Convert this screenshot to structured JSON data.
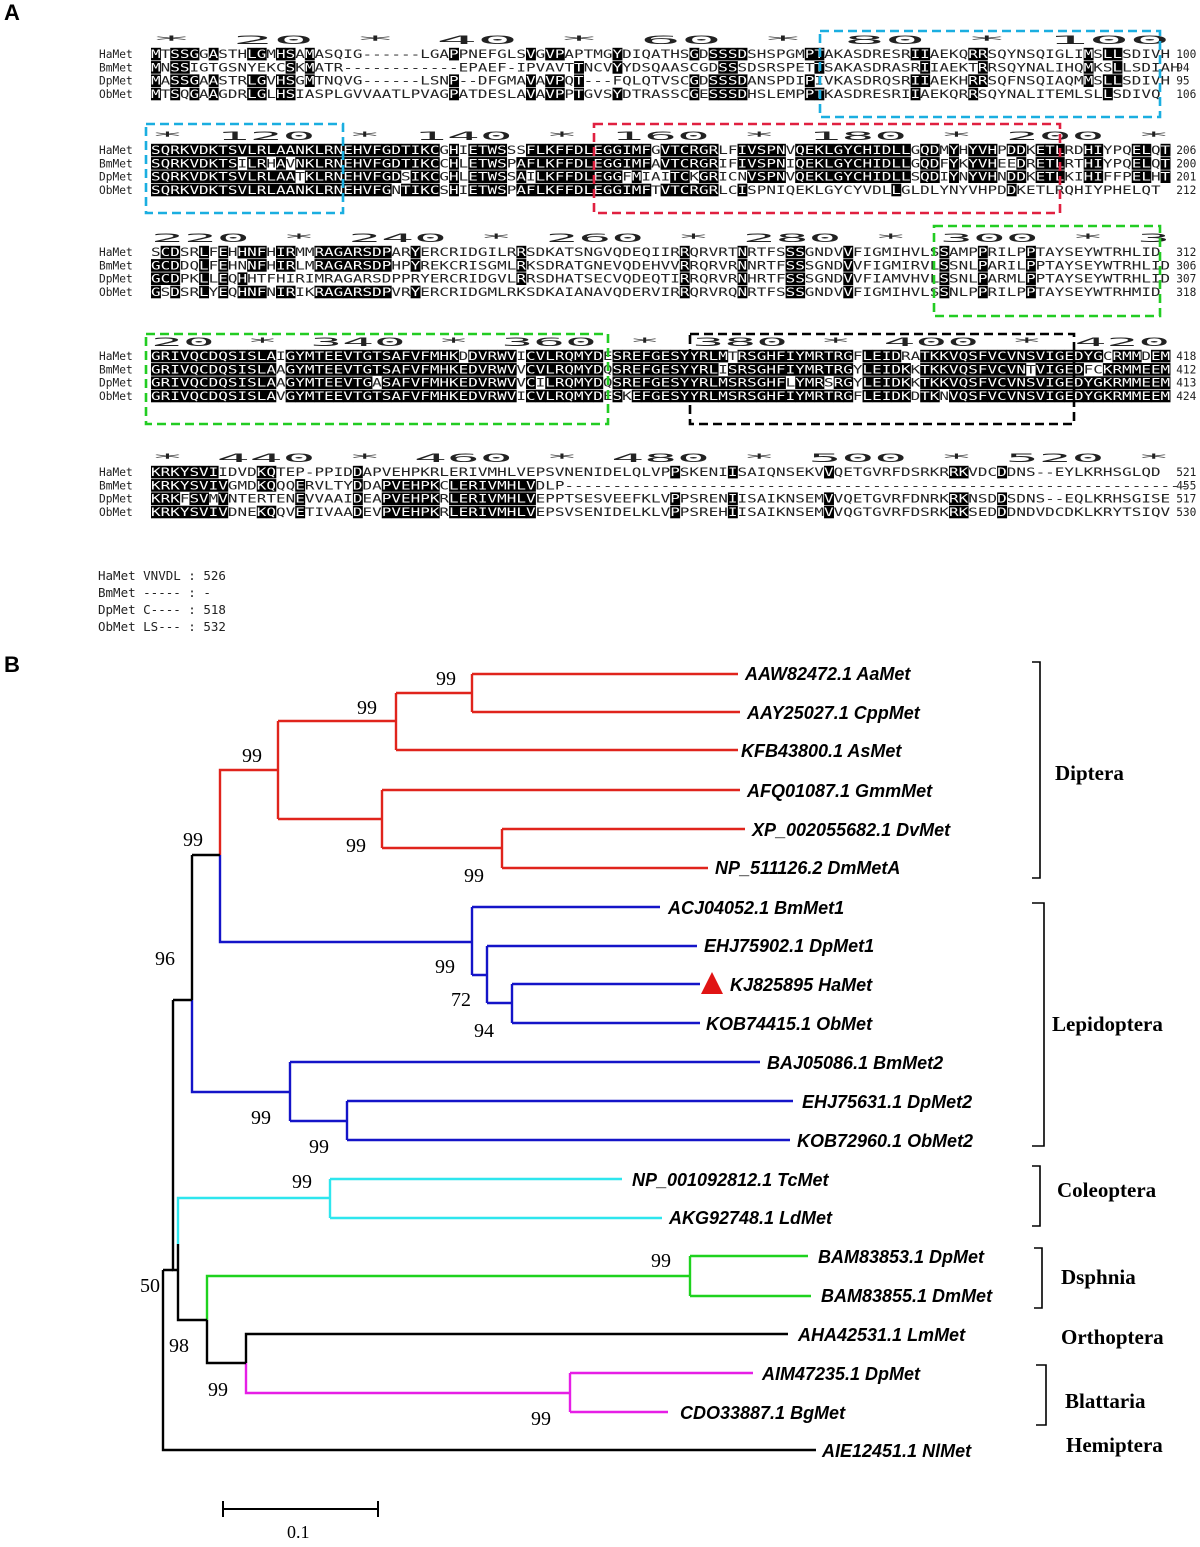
{
  "panel_a": {
    "label": "A",
    "blocks": [
      {
        "ruler": "          *        20         *        40         *        60         *        80         *       100",
        "rows": [
          {
            "name": "HaMet",
            "seq": "MTSSGGASTHLGMHSAMASQIG------LGAPPNEFGLSVGVPAPTMGYDIQATHSGDSSSDSHSPGMPTAKASDRESRIIAEKQRRSQYNSQIGLIMSLLSDIVH",
            "end": "100"
          },
          {
            "name": "BmMet",
            "seq": "MNSSIGTGSNYEKCSKMATR------------EPAEF-IPVAVTTNCVYYDSQAASCGDSSSDSRSPETTSAKASDRASRIIAEKTRRSQYNALIHQMKSLLSDIAH",
            "end": "94"
          },
          {
            "name": "DpMet",
            "seq": "MASSGAASTRLGVHSGMTNQVG------LSNP--DFGMAVAVPQT---FQLQTVSCGDSSSDANSPDIPIVKASDRQSRIIAEKHRRSQFNSQIAQMMSLLSDIVH",
            "end": "95"
          },
          {
            "name": "ObMet",
            "seq": "MTSQGAAGDRLGLHSIASPLGVVAATLPVAGPATDESLAVAVPPTGVSYDTRASSCGESSSDHSLEMPPTKASDRESRIIAEKQRRSQYNALITEMLSLLSDIVQ",
            "end": "106"
          }
        ]
      },
      {
        "ruler": "      *       120         *       140         *       160         *       180         *       200         *",
        "rows": [
          {
            "name": "HaMet",
            "seq": "SQRKVDKTSVLRLAANKLRNEHVFGDTIKCGHIETWSSSFLKFFDLEGGIMFGVTCRGRLFIVSPNVQEKLGYCHIDLLGQDMYHYVHPDDKETLRDHIYPQELQT",
            "end": "206"
          },
          {
            "name": "BmMet",
            "seq": "SQRKVDKTSILRHAVNKLRNEHVFGDTIKCCHLETWSPAFLKFFDLEGGIMFAVTCRGRIFIVSPNIQEKLGYCHIDLLGQDFYKYVHEEDRETLRTHIYPQELQT",
            "end": "200"
          },
          {
            "name": "DpMet",
            "seq": "SQRKVDKTSVLRLAATKLRNEHVFGDSIKCGHLETWSSAILKFFDLEGGFMIAITCKGRICNVSPNVQEKLGYCHIDLLSQDIYNYVHNDDKETLKIHIFFPELHT",
            "end": "201"
          },
          {
            "name": "ObMet",
            "seq": "SQRKVDKTSVLRLAANKLRNEHVFGNTIKCSHIETWSPAFLKFFDLEGGIMFTVTCRGRLCISPNIQEKLGYCYVDLLGLDLYNYVHPDDKETLRQHIYPHELQT",
            "end": "212"
          }
        ]
      },
      {
        "ruler": "        220         *       240         *       260         *       280         *       300         *       3",
        "rows": [
          {
            "name": "HaMet",
            "seq": "SCDSRLFEHHNFHIRMMRAGARSDPARYERCRIDGILRRSDKATSNGVQDEQIIRRQRVRTNRTFSSSGNDVVFIGMIHVLSSAMPPRILPPTAYSEYWTRHLID",
            "end": "312"
          },
          {
            "name": "BmMet",
            "seq": "GCDDQLFEHNNFHIRLMRAGARSDPHPYREKCRISGMLRKSDRATGNEVQDEHVVRRQRVRNNRTFSSSGNDVVFIGMIRVLSSNLPARILPPTAYSEYWTRHLID",
            "end": "306"
          },
          {
            "name": "DpMet",
            "seq": "GCDPKLLEQHHTFHIRIMRAGARSDPPRYERCRIDGVLRRSDHATSECVQDEQTIRRQRVRNHRTFSSSGNDVVFIAMVHVLSSNLPARMLPPTAYSEYWTRHLID",
            "end": "307"
          },
          {
            "name": "ObMet",
            "seq": "GSDSRLYEQHNFNIRIKRAGARSDPVRYERCRIDGMLRKSDKAIANAVQDERVIRRQRVRQNRTFSSSGNDVVFIGMIHVLSSNLPPRILPPTAYSEYWTRHMID",
            "end": "318"
          }
        ]
      },
      {
        "ruler": "20         *       340         *       360         *       380         *       400         *       420",
        "rows": [
          {
            "name": "HaMet",
            "seq": "GRIVQCDQSISLAIGYMTEEVTGTSAFVFMHKDDVRWVICVLRQMYDESREFGESYYRLMTRSGHFIYMRTRGFLEIDRATKKVQSFVCVNSVIGEDYGCRMMDEM",
            "end": "418"
          },
          {
            "name": "BmMet",
            "seq": "GRIVQCDQSISLAAGYMTEEVTGTSAFVFMHKEDVRWVVCVLRQMYDQSREFGESYYRLISRSGHFIYMRTRGYLEIDKKTKKVQSFVCVNTVIGEDFCKRMMEEM",
            "end": "412"
          },
          {
            "name": "DpMet",
            "seq": "GRIVQCDQSISLAAGYMTEEVTGASAFVFMHKEDVRWVVCILRQMYDQSREFGESYYRLMSRSGHFLYMRSRGYLEIDKKTKKVQSFVCVNSVIGEDYGKRMMEEM",
            "end": "413"
          },
          {
            "name": "ObMet",
            "seq": "GRIVQCDQSISLAVGYMTEEVTGTSAFVFMHKEDVRWVICVLRQMYDESKEFGESYYRLMSRSGHFIYMRTRGFLEIDKDTKNVQSFVCVNSVIGEDYGKRMMEEM",
            "end": "424"
          }
        ]
      },
      {
        "ruler": "      *       440         *       460         *       480         *       500         *       520         *",
        "rows": [
          {
            "name": "HaMet",
            "seq": "KRKYSVIIDVDKQTEP-PPIDDAPVEHPKRLERIVMHLVEPSVNENIDELQLVPPSKENIISAIQNSEKVVQETGVRFDSRKRRKVDCDDNS--EYLKRHSGLQD",
            "end": "521"
          },
          {
            "name": "BmMet",
            "seq": "KRKYSVIVGMDKQQQERVLTYDDAPVEHPKCLERIVMHLVDLP-----------------------------------------------------------------",
            "end": "455"
          },
          {
            "name": "DpMet",
            "seq": "KRKFSVMVNTERTENEVVAAIDEAPVEHPKRLERIVMHLVEPPTSESVEEFKLVPPSRENIISAIKNSEMVVQETGVRFDNRKRKNSDDSDNS--EQLKRHSGISE",
            "end": "517"
          },
          {
            "name": "ObMet",
            "seq": "KRKYSVIVDNEKQQVETIVAADEVPVEHPKRLERIVMHLVEPSVSENIDELKLVPPSREHIISAIKNSEMVVQGTGVRFDSRKRKSEDDDNDVDCDKLKRYTSIQV",
            "end": "530"
          }
        ]
      }
    ],
    "footer": [
      "HaMet VNVDL : 526",
      "BmMet ----- :   -",
      "DpMet C---- : 518",
      "ObMet LS--- : 532"
    ],
    "colors": {
      "highlight": "#000000",
      "box1": "#1aaee0",
      "box2": "#e02040",
      "box3": "#22cc22",
      "box4": "#000000"
    }
  },
  "panel_b": {
    "label": "B",
    "taxa": [
      "AAW82472.1 AaMet",
      "AAY25027.1 CppMet",
      "KFB43800.1 AsMet",
      "AFQ01087.1 GmmMet",
      "XP_002055682.1 DvMet",
      "NP_511126.2 DmMetA",
      "ACJ04052.1 BmMet1",
      "EHJ75902.1 DpMet1",
      "KJ825895 HaMet",
      "KOB74415.1 ObMet",
      "BAJ05086.1 BmMet2",
      "EHJ75631.1 DpMet2",
      "KOB72960.1 ObMet2",
      "NP_001092812.1 TcMet",
      "AKG92748.1 LdMet",
      "BAM83853.1 DpMet",
      "BAM83855.1 DmMet",
      "AHA42531.1 LmMet",
      "AIM47235.1 DpMet",
      "CDO33887.1 BgMet",
      "AIE12451.1 NlMet"
    ],
    "bootstrap": [
      "99",
      "99",
      "99",
      "99",
      "99",
      "99",
      "96",
      "99",
      "72",
      "94",
      "99",
      "99",
      "99",
      "99",
      "50",
      "98",
      "99",
      "99"
    ],
    "orders": [
      "Diptera",
      "Lepidoptera",
      "Coleoptera",
      "Dsphnia",
      "Orthoptera",
      "Blattaria",
      "Hemiptera"
    ],
    "scale_label": "0.1",
    "colors": {
      "diptera": "#e0241c",
      "lepidoptera": "#1414c8",
      "coleoptera": "#2ee6ee",
      "daphnia": "#1ed21e",
      "blattaria": "#e61ee6",
      "root": "#000000",
      "marker": "#e01414"
    }
  }
}
